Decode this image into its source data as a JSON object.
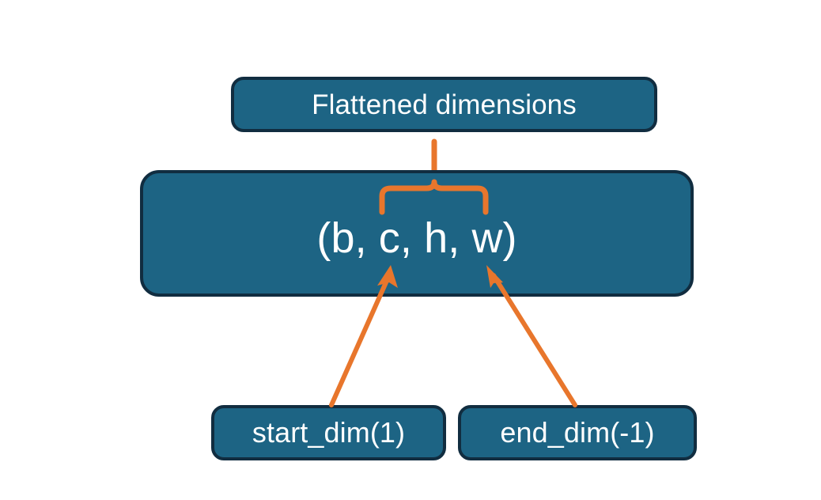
{
  "diagram": {
    "title_text": "Flattened dimensions",
    "background_color": "#ffffff",
    "node_fill_color": "#1d6484",
    "node_border_color": "#112d40",
    "node_text_color": "#ffffff",
    "connector_color": "#e8762c",
    "nodes": {
      "flattened": {
        "label": "Flattened dimensions"
      },
      "shape": {
        "label": "(b, c, h, w)"
      },
      "start_dim": {
        "label": "start_dim(1)"
      },
      "end_dim": {
        "label": "end_dim(-1)"
      }
    },
    "connectors": {
      "brace": {
        "name": "curly-brace-connector",
        "spans": "c, h, w"
      },
      "arrow_start": {
        "name": "arrow-start-dim-to-shape"
      },
      "arrow_end": {
        "name": "arrow-end-dim-to-shape"
      }
    }
  }
}
